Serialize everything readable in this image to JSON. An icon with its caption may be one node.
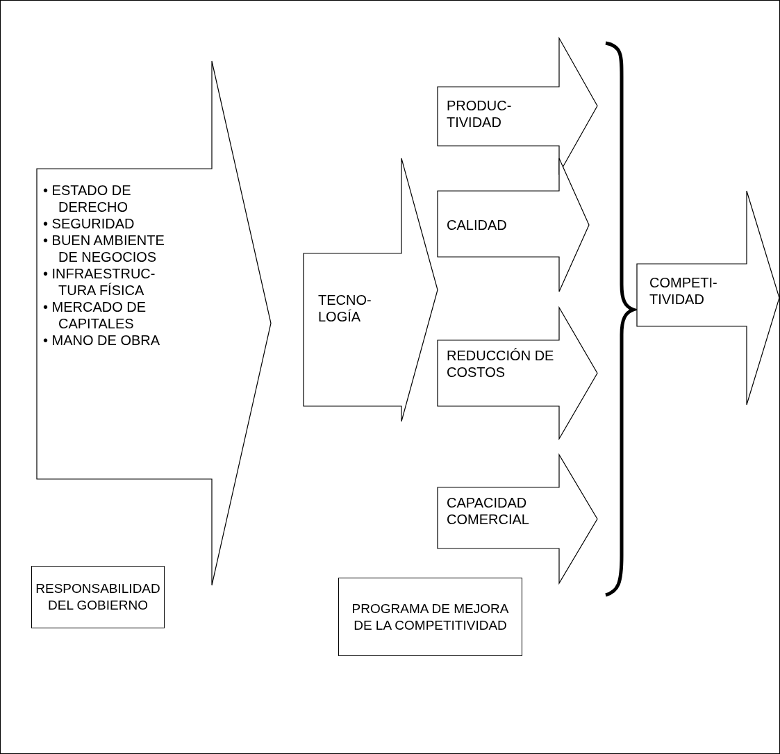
{
  "diagram": {
    "nodes": [
      {
        "text": [
          "• ESTADO DE DERECHO",
          "• SEGURIDAD",
          "• BUEN AMBIENTE DE NEGOCIOS",
          "• INFRAESTRUC- TURA FÍSICA",
          "• MERCADO DE CAPITALES",
          "• MANO DE OBRA"
        ]
      },
      {
        "text": [
          "TECNO- LOGÍA"
        ]
      },
      {
        "text": [
          "PRODUC- TIVIDAD"
        ]
      },
      {
        "text": [
          "CALIDAD"
        ]
      },
      {
        "text": [
          "REDUCCIÓN DE COSTOS"
        ]
      },
      {
        "text": [
          "CAPACIDAD COMERCIAL"
        ]
      },
      {
        "text": [
          "COMPETI- TIVIDAD"
        ]
      },
      {
        "text": [
          "RESPONSABILIDAD DEL GOBIERNO"
        ]
      },
      {
        "text": [
          "PROGRAMA DE MEJORA DE LA COMPETITIVIDAD"
        ]
      }
    ]
  }
}
